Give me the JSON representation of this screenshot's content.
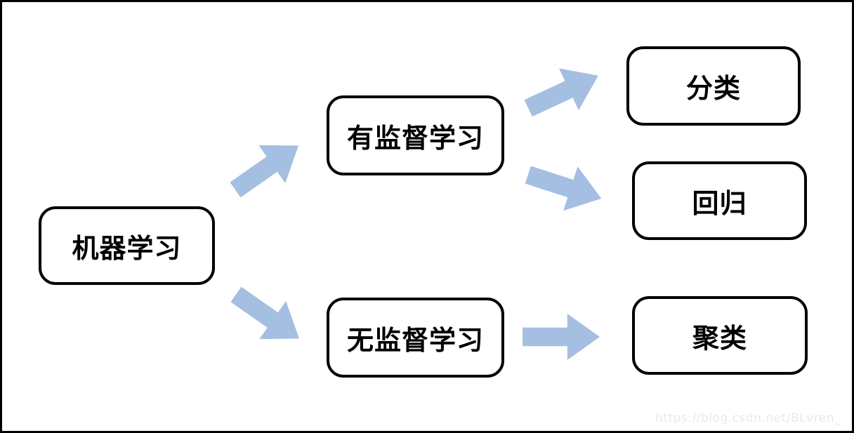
{
  "diagram": {
    "nodes": [
      {
        "id": "machine-learning",
        "label": "机器学习"
      },
      {
        "id": "supervised-learning",
        "label": "有监督学习"
      },
      {
        "id": "unsupervised-learning",
        "label": "无监督学习"
      },
      {
        "id": "classification",
        "label": "分类"
      },
      {
        "id": "regression",
        "label": "回归"
      },
      {
        "id": "clustering",
        "label": "聚类"
      }
    ],
    "edges": [
      {
        "from": "机器学习",
        "to": "有监督学习"
      },
      {
        "from": "机器学习",
        "to": "无监督学习"
      },
      {
        "from": "有监督学习",
        "to": "分类"
      },
      {
        "from": "有监督学习",
        "to": "回归"
      },
      {
        "from": "无监督学习",
        "to": "聚类"
      }
    ],
    "colors": {
      "arrow_fill": "#a4bfe1",
      "node_border": "#000000",
      "background": "#ffffff",
      "watermark_text": "#e9e9e9"
    },
    "watermark": "https://blog.csdn.net/BLvren_"
  }
}
